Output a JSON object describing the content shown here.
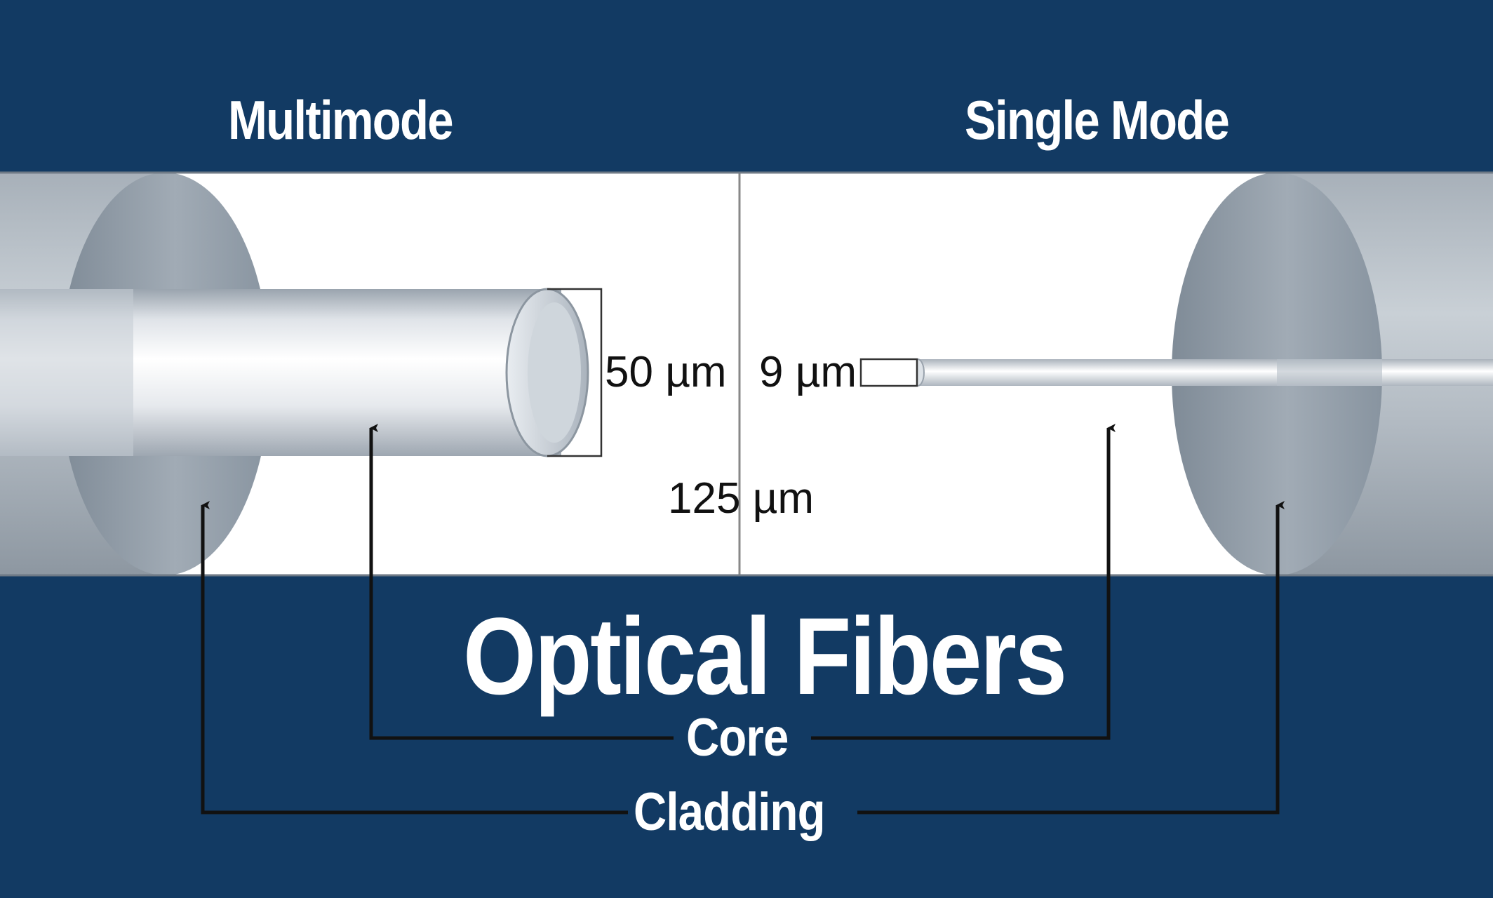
{
  "headings": {
    "multimode": "Multimode",
    "single_mode": "Single Mode"
  },
  "title": "Optical Fibers",
  "labels": {
    "core": "Core",
    "cladding": "Cladding"
  },
  "measurements": {
    "multimode_core": "50 µm",
    "single_mode_core": "9 µm",
    "cladding_diameter": "125 µm"
  },
  "colors": {
    "background": "#123a63",
    "band": "#ffffff",
    "text": "#ffffff",
    "dimension_text": "#111111"
  }
}
